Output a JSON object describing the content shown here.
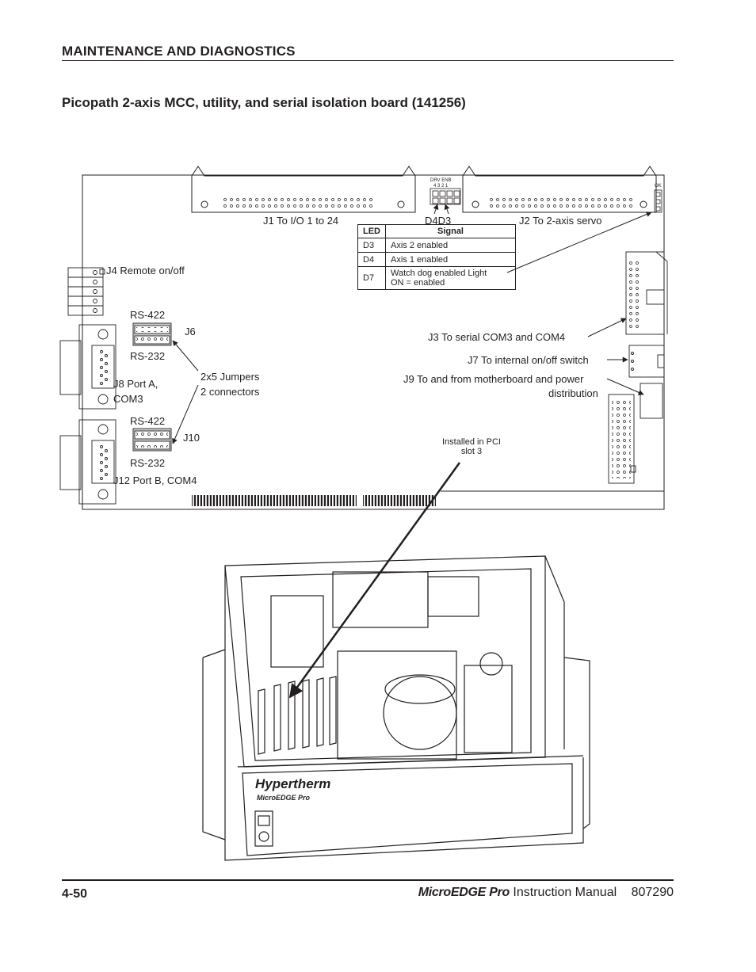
{
  "header": {
    "section": "MAINTENANCE AND DIAGNOSTICS",
    "title": "Picopath 2-axis MCC, utility, and serial isolation board (141256)"
  },
  "board": {
    "labels": {
      "j1": "J1 To I/O 1 to 24",
      "d4d3": "D4D3",
      "j2": "J2 To 2-axis servo",
      "j4": "J4 Remote on/off",
      "rs422_a": "RS-422",
      "j6": "J6",
      "rs232_a": "RS-232",
      "jumpers_1": "2x5 Jumpers",
      "jumpers_2": "2 connectors",
      "j8_1": "J8 Port A,",
      "j8_2": "COM3",
      "rs422_b": "RS-422",
      "j10": "J10",
      "rs232_b": "RS-232",
      "j12": "J12 Port B, COM4",
      "j3": "J3 To serial COM3 and COM4",
      "j7": "J7 To internal on/off switch",
      "j9_1": "J9 To and from motherboard and power",
      "j9_2": "distribution",
      "pci_1": "Installed in PCI",
      "pci_2": "slot 3",
      "led_header": "DRV  ENB",
      "led_nums": "4  3  2  1",
      "ok": "OK"
    },
    "led_table": {
      "headers": [
        "LED",
        "Signal"
      ],
      "rows": [
        {
          "led": "D3",
          "signal": "Axis 2 enabled"
        },
        {
          "led": "D4",
          "signal": "Axis 1 enabled"
        },
        {
          "led": "D7",
          "signal_1": "Watch dog enabled Light",
          "signal_2": "ON = enabled"
        }
      ]
    }
  },
  "enclosure": {
    "brand": "Hypertherm",
    "model": "MicroEDGE Pro"
  },
  "footer": {
    "page": "4-50",
    "brand": "MicroEDGE Pro",
    "manual": "Instruction Manual",
    "part": "807290"
  }
}
